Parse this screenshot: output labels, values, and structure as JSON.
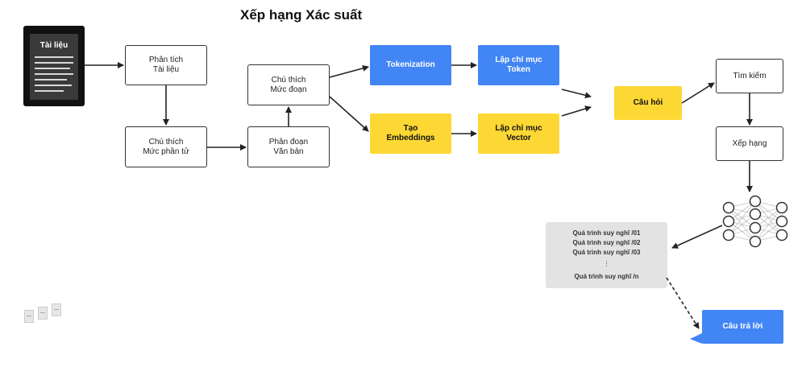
{
  "title": "Xếp hạng Xác suất",
  "document": {
    "label": "Tài liệu",
    "icon": "document-icon"
  },
  "nodes": {
    "phan_tich": "Phân tích\nTài liệu",
    "chu_thich_phan_tu": "Chú thích\nMức phần tử",
    "phan_doan": "Phân đoạn\nVăn bản",
    "chu_thich_doan": "Chú thích\nMức đoạn",
    "tokenization": "Tokenization",
    "lap_chi_muc_token": "Lập chỉ mục\nToken",
    "tao_embeddings": "Tạo\nEmbeddings",
    "lap_chi_muc_vector": "Lập chỉ mục\nVector",
    "cau_hoi": "Câu hỏi",
    "tim_kiem": "Tìm kiếm",
    "xep_hang": "Xếp hạng",
    "cau_tra_loi": "Câu trả lời"
  },
  "thoughts": {
    "lines": [
      "Quá trình suy nghĩ /01",
      "Quá trình suy nghĩ /02",
      "Quá trình suy nghĩ /03"
    ],
    "ellipsis": "⋮",
    "last": "Quá trình suy nghĩ /n"
  },
  "colors": {
    "blue": "#4285f4",
    "yellow": "#fdd835",
    "outline": "#333333",
    "panel": "#e3e3e3"
  },
  "icons": [
    "document-icon",
    "neural-network-icon",
    "mini-documents-icon"
  ]
}
